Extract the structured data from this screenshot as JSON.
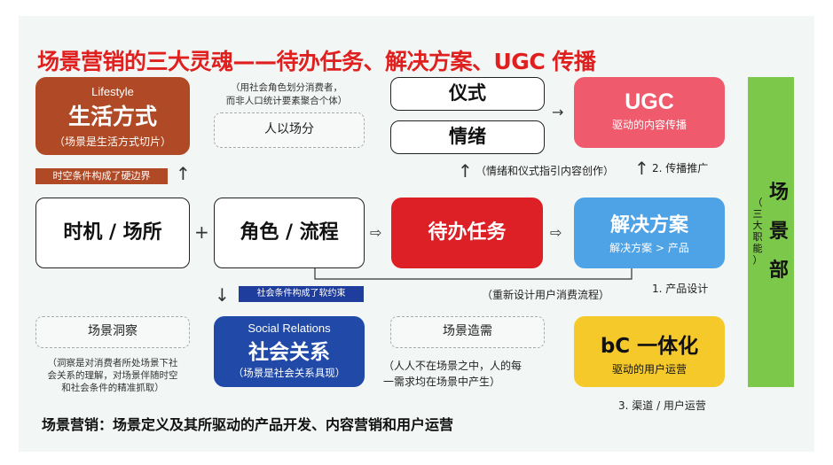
{
  "title": "场景营销的三大灵魂——待办任务、解决方案、UGC 传播",
  "lifestyle": {
    "en": "Lifestyle",
    "zh": "生活方式",
    "sub": "（场景是生活方式切片）"
  },
  "tag_time": "时空条件构成了硬边界",
  "tag_social": "社会条件构成了软约束",
  "note_role": [
    "（用社会角色划分消费者，",
    "而非人口统计要素聚合个体）"
  ],
  "dashed_people": "人以场分",
  "ritual": "仪式",
  "emotion": "情绪",
  "ugc": {
    "h": "UGC",
    "s": "驱动的内容传播"
  },
  "note_content": "（情绪和仪式指引内容创作）",
  "step2": "2. 传播推广",
  "time_place": "时机 / 场所",
  "plus": "+",
  "role_flow": "角色 / 流程",
  "jobs": "待办任务",
  "solution": {
    "h": "解决方案",
    "s": "解决方案 > 产品"
  },
  "note_redesign": "（重新设计用户消费流程）",
  "step1": "1. 产品设计",
  "dashed_insight": "场景洞察",
  "note_insight": [
    "（洞察是对消费者所处场景下社",
    "会关系的理解，对场景伴随时空",
    "和社会条件的精准抓取）"
  ],
  "social": {
    "en": "Social Relations",
    "zh": "社会关系",
    "sub": "（场景是社会关系具现）"
  },
  "dashed_demand": "场景造需",
  "note_demand": [
    "（人人不在场景之中，人的每",
    "一需求均在场景中产生）"
  ],
  "bc": {
    "h": "bC 一体化",
    "s": "驱动的用户运营"
  },
  "step3": "3. 渠道 / 用户运营",
  "side_main": "场景部",
  "side_sub": "（三大职能）",
  "footer": "场景营销：场景定义及其所驱动的产品开发、内容营销和用户运营",
  "arrows": {
    "right": "⇨",
    "up": "↑",
    "down": "↓",
    "thin_right": "→",
    "small_right": "＞"
  },
  "colors": {
    "title": "#e01f1f",
    "lifestyle": "#b04a26",
    "ugc": "#ef5a6d",
    "jobs": "#dd1f26",
    "solution": "#4ea2e6",
    "social": "#2049a8",
    "bc": "#f6c92a",
    "side": "#7cc84a"
  }
}
